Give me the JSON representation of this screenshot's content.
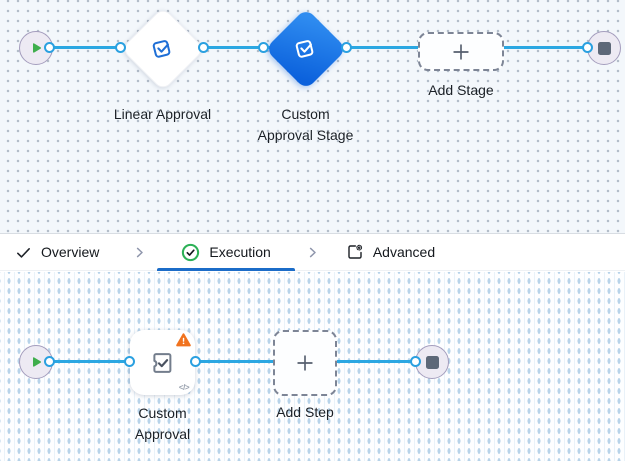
{
  "colors": {
    "connector_blue": "#2ba7e2",
    "accent_blue": "#1b6cc8",
    "selected_gradient_start": "#2f8cf0",
    "selected_gradient_end": "#0b61dc",
    "stage_icon_blue": "#1f6fd6",
    "start_green": "#3fae4c",
    "warning_orange": "#f1731f",
    "terminal_fill": "#edeaf3"
  },
  "stage_flow": {
    "start": {
      "icon": "play-icon"
    },
    "stages": [
      {
        "label": "Linear Approval",
        "selected": false
      },
      {
        "label": "Custom Approval Stage",
        "selected": true
      }
    ],
    "add_button_label": "Add Stage",
    "end": {
      "icon": "stop-icon"
    }
  },
  "tabs": {
    "items": [
      {
        "label": "Overview",
        "icon": "check-icon",
        "active": false
      },
      {
        "label": "Execution",
        "icon": "check-circle-icon",
        "active": true
      },
      {
        "label": "Advanced",
        "icon": "advanced-settings-icon",
        "active": false
      }
    ]
  },
  "step_flow": {
    "start": {
      "icon": "play-icon"
    },
    "step": {
      "label": "Custom Approval",
      "has_warning": true,
      "code_badge": "</>"
    },
    "add_button_label": "Add Step",
    "end": {
      "icon": "stop-icon"
    }
  }
}
